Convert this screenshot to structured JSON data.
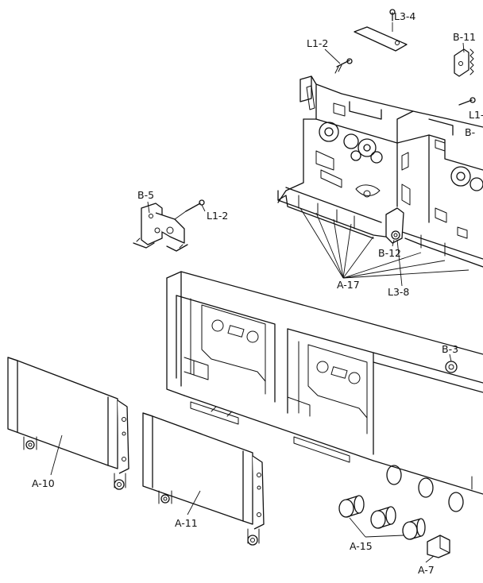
{
  "labels": {
    "l3_4": "L3-4",
    "b_11": "B-11",
    "l1_2_top": "L1-2",
    "l1_partial": "L1-",
    "b_partial": "B-",
    "b_5": "B-5",
    "l1_2_mid": "L1-2",
    "b_12": "B-12",
    "a_17": "A-17",
    "l3_8": "L3-8",
    "b_3": "B-3",
    "a_10": "A-10",
    "a_11": "A-11",
    "a_15": "A-15",
    "a_7": "A-7"
  }
}
